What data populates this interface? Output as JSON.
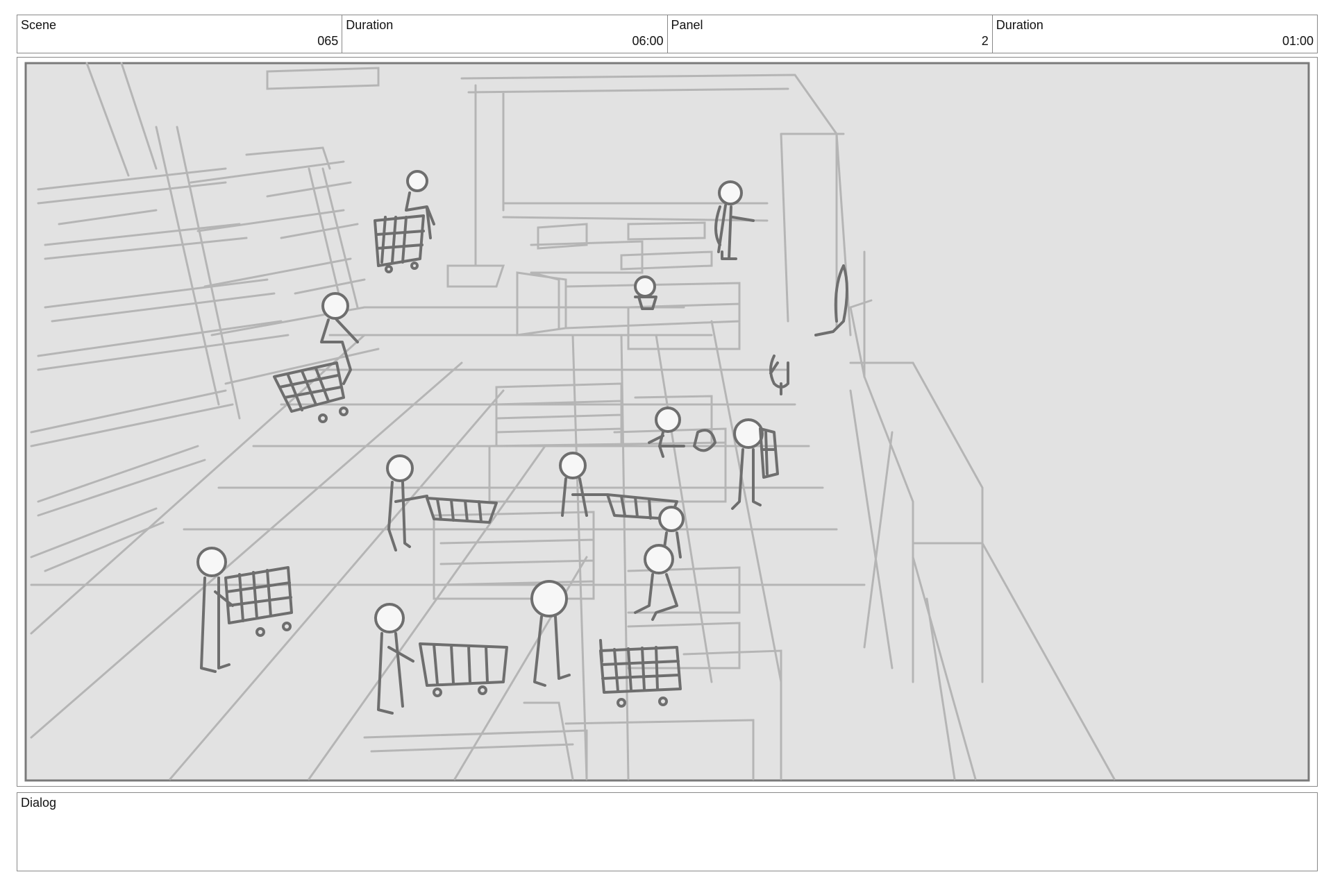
{
  "header": {
    "scene_label": "Scene",
    "scene_value": "065",
    "scene_duration_label": "Duration",
    "scene_duration_value": "06:00",
    "panel_label": "Panel",
    "panel_value": "2",
    "panel_duration_label": "Duration",
    "panel_duration_value": "01:00"
  },
  "dialog": {
    "label": "Dialog",
    "text": ""
  },
  "colors": {
    "panel_fill": "#e2e2e2",
    "sketch_line": "#b5b5b5",
    "figure_line": "#6e6e6e",
    "frame_line": "#7a7a7a"
  }
}
